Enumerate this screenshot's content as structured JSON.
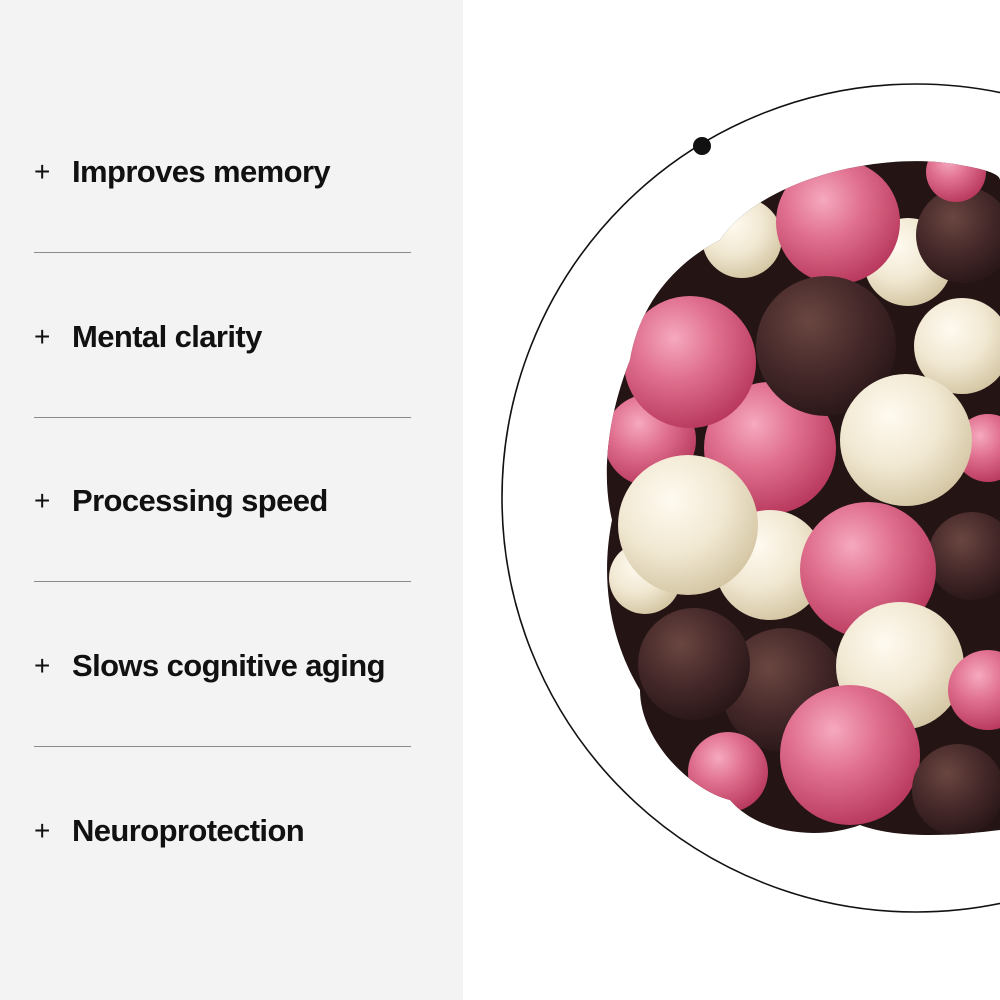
{
  "benefits": [
    {
      "label": "Improves memory",
      "icon": "plus-icon"
    },
    {
      "label": "Mental clarity",
      "icon": "plus-icon"
    },
    {
      "label": "Processing speed",
      "icon": "plus-icon"
    },
    {
      "label": "Slows cognitive aging",
      "icon": "plus-icon"
    },
    {
      "label": "Neuroprotection",
      "icon": "plus-icon"
    }
  ],
  "plus_symbol": "+",
  "colors": {
    "panel_background": "#f3f3f3",
    "text": "#111111",
    "divider": "#8a8a8a",
    "pink_ball": "#d54e74",
    "cream_ball": "#efe6cf",
    "chocolate_ball": "#3f2522"
  }
}
